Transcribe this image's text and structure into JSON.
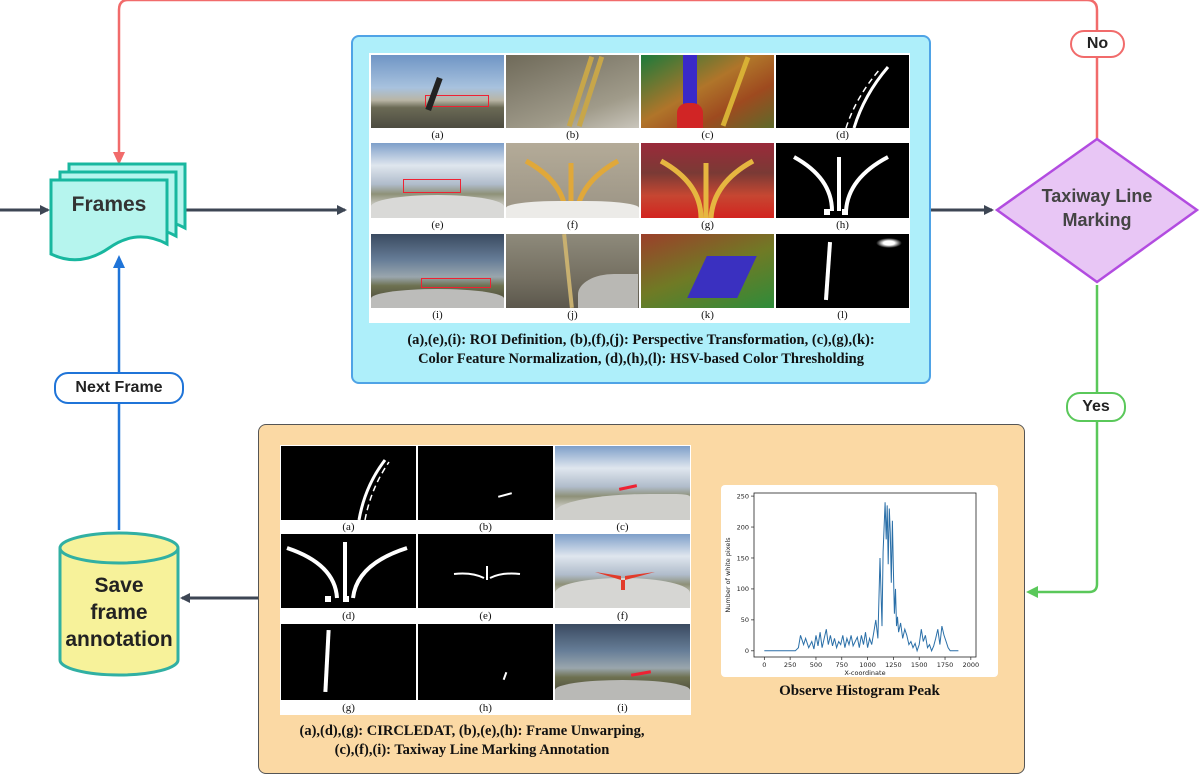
{
  "nodes": {
    "frames": "Frames",
    "decision": [
      "Taxiway Line",
      "Marking"
    ],
    "save": [
      "Save",
      "frame",
      "annotation"
    ]
  },
  "labels": {
    "no": "No",
    "yes": "Yes",
    "next_frame": "Next Frame"
  },
  "top_panel": {
    "subfig_labels": [
      "(a)",
      "(b)",
      "(c)",
      "(d)",
      "(e)",
      "(f)",
      "(g)",
      "(h)",
      "(i)",
      "(j)",
      "(k)",
      "(l)"
    ],
    "caption_lines": [
      "(a),(e),(i): ROI Definition, (b),(f),(j): Perspective Transformation, (c),(g),(k):",
      "Color Feature Normalization, (d),(h),(l): HSV-based Color Thresholding"
    ]
  },
  "bottom_panel": {
    "subfig_labels": [
      "(a)",
      "(b)",
      "(c)",
      "(d)",
      "(e)",
      "(f)",
      "(g)",
      "(h)",
      "(i)"
    ],
    "caption_lines": [
      "(a),(d),(g): CIRCLEDAT, (b),(e),(h): Frame Unwarping,",
      "(c),(f),(i): Taxiway Line Marking Annotation"
    ],
    "histogram_caption": "Observe Histogram Peak"
  },
  "colors": {
    "frames_fill": "#b6f5ee",
    "frames_stroke": "#18b79f",
    "decision_fill": "#e8c6f5",
    "decision_stroke": "#b24ce0",
    "save_fill": "#f7f29a",
    "save_stroke": "#31b0a3",
    "arrow_dark": "#3d4654",
    "arrow_no": "#f16b6b",
    "arrow_yes": "#5ac85a",
    "arrow_next": "#1f74d8",
    "histogram_line": "#2a6fa8"
  },
  "chart_data": {
    "type": "line",
    "title": "",
    "xlabel": "X-coordinate",
    "ylabel": "Number of white pixels",
    "xlim": [
      -100,
      2050
    ],
    "ylim": [
      -10,
      255
    ],
    "xticks": [
      0,
      250,
      500,
      750,
      1000,
      1250,
      1500,
      1750,
      2000
    ],
    "yticks": [
      0,
      50,
      100,
      150,
      200,
      250
    ],
    "x": [
      0,
      50,
      100,
      150,
      200,
      250,
      300,
      330,
      350,
      380,
      400,
      430,
      460,
      480,
      500,
      520,
      540,
      560,
      580,
      600,
      620,
      640,
      660,
      680,
      700,
      720,
      740,
      760,
      780,
      800,
      820,
      840,
      860,
      880,
      900,
      920,
      940,
      960,
      980,
      1000,
      1020,
      1040,
      1060,
      1080,
      1100,
      1120,
      1140,
      1150,
      1160,
      1170,
      1180,
      1190,
      1200,
      1210,
      1220,
      1230,
      1240,
      1250,
      1260,
      1270,
      1280,
      1290,
      1300,
      1320,
      1340,
      1360,
      1380,
      1400,
      1420,
      1440,
      1460,
      1480,
      1500,
      1520,
      1540,
      1560,
      1580,
      1600,
      1620,
      1640,
      1660,
      1680,
      1700,
      1720,
      1740,
      1760,
      1780,
      1800,
      1820,
      1840,
      1860,
      1880
    ],
    "y": [
      0,
      0,
      0,
      0,
      0,
      0,
      0,
      5,
      25,
      10,
      20,
      5,
      15,
      3,
      25,
      8,
      30,
      5,
      20,
      35,
      10,
      25,
      8,
      20,
      5,
      15,
      10,
      25,
      5,
      20,
      10,
      25,
      8,
      15,
      22,
      5,
      25,
      10,
      30,
      5,
      20,
      10,
      30,
      50,
      20,
      150,
      40,
      160,
      200,
      240,
      180,
      235,
      140,
      230,
      190,
      110,
      210,
      130,
      60,
      100,
      40,
      55,
      30,
      45,
      20,
      35,
      25,
      10,
      15,
      5,
      12,
      0,
      10,
      35,
      15,
      25,
      5,
      10,
      0,
      8,
      20,
      35,
      10,
      40,
      25,
      15,
      5,
      0,
      0,
      0,
      0,
      0
    ]
  }
}
